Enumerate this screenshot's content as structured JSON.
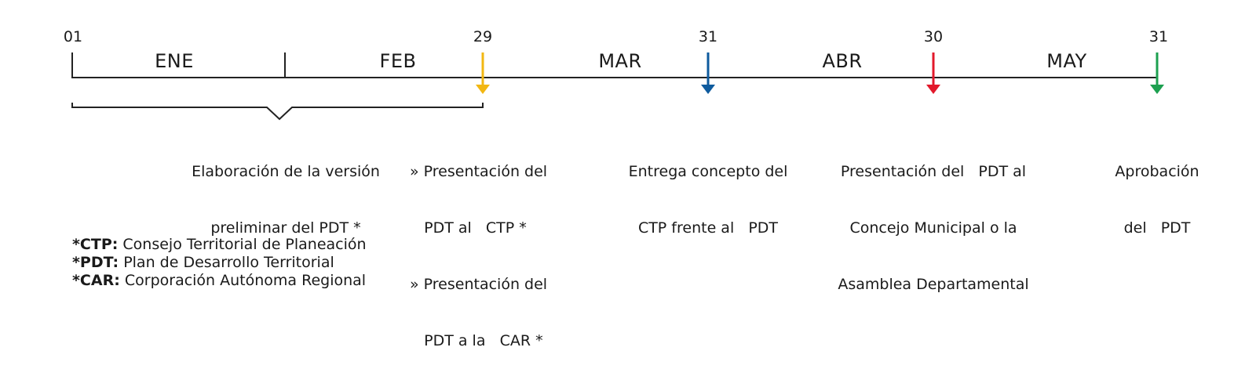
{
  "days": {
    "d01": "01",
    "d29": "29",
    "d31a": "31",
    "d30": "30",
    "d31b": "31"
  },
  "months": [
    "ENE",
    "FEB",
    "MAR",
    "ABR",
    "MAY"
  ],
  "colors": {
    "line": "#222222",
    "yellow": "#F2B712",
    "blue": "#0F5B9E",
    "red": "#E2192B",
    "green": "#1DA050"
  },
  "milestones": {
    "elaboracion": [
      "Elaboración de la versión",
      "preliminar del PDT *"
    ],
    "presentacion_ctp": [
      "» Presentación del",
      "   PDT al   CTP *"
    ],
    "presentacion_car": [
      "» Presentación del",
      "   PDT a la   CAR *"
    ],
    "entrega": [
      "Entrega concepto del",
      "CTP frente al   PDT"
    ],
    "concejo": [
      "Presentación del   PDT al",
      "Concejo Municipal o la",
      "Asamblea Departamental"
    ],
    "aprobacion": [
      "Aprobación",
      "del   PDT"
    ]
  },
  "legend": [
    {
      "abbr": "*CTP:",
      "text": " Consejo Territorial de Planeación"
    },
    {
      "abbr": "*PDT:",
      "text": " Plan de Desarrollo Territorial"
    },
    {
      "abbr": "*CAR:",
      "text": " Corporación Autónoma Regional"
    }
  ]
}
